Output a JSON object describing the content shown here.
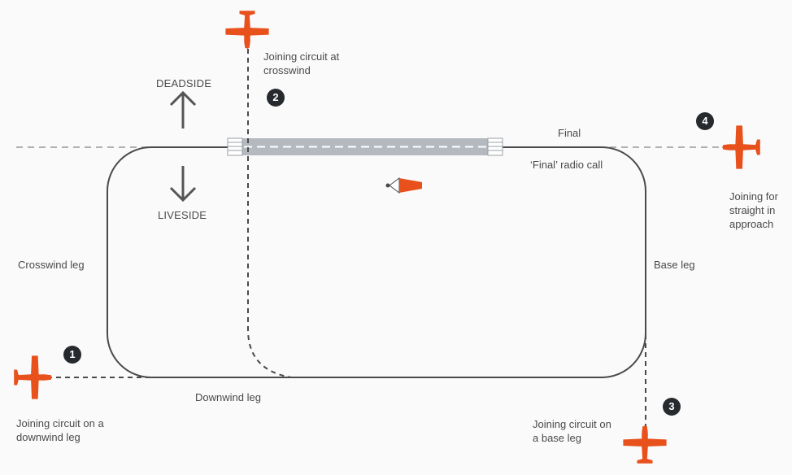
{
  "colors": {
    "background": "#fafafa",
    "circuit": "#4a4a4a",
    "runway": "#b4b9c0",
    "aircraft": "#e8501c",
    "badge": "#262a2e"
  },
  "sides": {
    "deadside": "DEADSIDE",
    "liveside": "LIVESIDE"
  },
  "legs": {
    "crosswind": "Crosswind leg",
    "downwind": "Downwind leg",
    "base": "Base leg",
    "final": "Final",
    "final_call": "‘Final’ radio call"
  },
  "joins": [
    {
      "number": "1",
      "label": "Joining circuit on a downwind leg"
    },
    {
      "number": "2",
      "label": "Joining circuit at crosswind"
    },
    {
      "number": "3",
      "label": "Joining circuit on a base leg"
    },
    {
      "number": "4",
      "label": "Joining for straight in approach"
    }
  ],
  "icons": {
    "aircraft": "plane-icon",
    "windsock": "windsock-icon",
    "up_arrow": "arrow-up-icon",
    "down_arrow": "arrow-down-icon"
  }
}
